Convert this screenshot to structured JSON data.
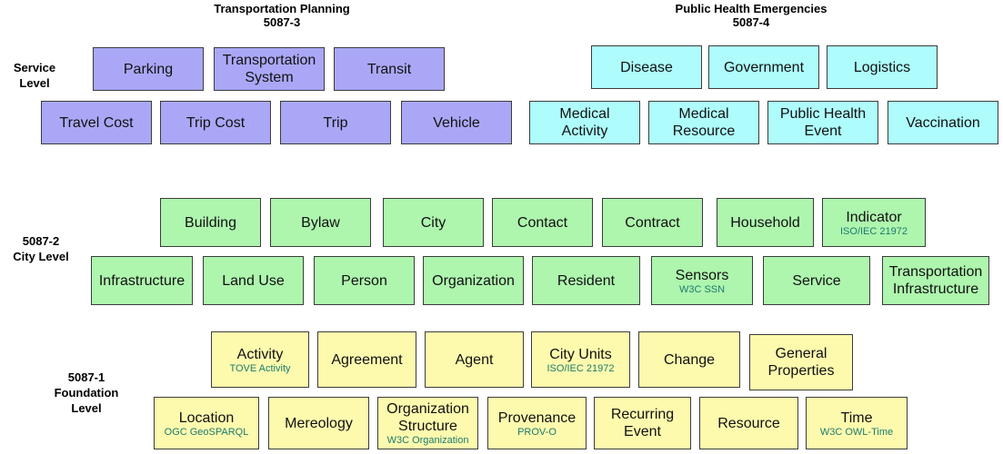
{
  "headings": {
    "transport_title": "Transportation Planning",
    "transport_code": "5087-3",
    "health_title": "Public Health Emergencies",
    "health_code": "5087-4"
  },
  "levels": {
    "service": "Service\nLevel",
    "city": "5087-2\nCity Level",
    "foundation": "5087-1\nFoundation\nLevel"
  },
  "transport": {
    "parking": "Parking",
    "transportation_system": "Transportation\nSystem",
    "transit": "Transit",
    "travel_cost": "Travel Cost",
    "trip_cost": "Trip Cost",
    "trip": "Trip",
    "vehicle": "Vehicle"
  },
  "health": {
    "disease": "Disease",
    "government": "Government",
    "logistics": "Logistics",
    "medical_activity": "Medical\nActivity",
    "medical_resource": "Medical\nResource",
    "public_health_event": "Public Health\nEvent",
    "vaccination": "Vaccination"
  },
  "city": {
    "building": "Building",
    "bylaw": "Bylaw",
    "city": "City",
    "contact": "Contact",
    "contract": "Contract",
    "household": "Household",
    "indicator": "Indicator",
    "indicator_std": "ISO/IEC 21972",
    "infrastructure": "Infrastructure",
    "land_use": "Land Use",
    "person": "Person",
    "organization": "Organization",
    "resident": "Resident",
    "sensors": "Sensors",
    "sensors_std": "W3C SSN",
    "service": "Service",
    "transportation_infrastructure": "Transportation\nInfrastructure"
  },
  "foundation": {
    "activity": "Activity",
    "activity_std": "TOVE Activity",
    "agreement": "Agreement",
    "agent": "Agent",
    "city_units": "City Units",
    "city_units_std": "ISO/IEC 21972",
    "change": "Change",
    "general_properties": "General\nProperties",
    "location": "Location",
    "location_std": "OGC GeoSPARQL",
    "mereology": "Mereology",
    "organization_structure": "Organization\nStructure",
    "organization_structure_std": "W3C Organization",
    "provenance": "Provenance",
    "provenance_std": "PROV-O",
    "recurring_event": "Recurring\nEvent",
    "resource": "Resource",
    "time": "Time",
    "time_std": "W3C OWL-Time"
  }
}
